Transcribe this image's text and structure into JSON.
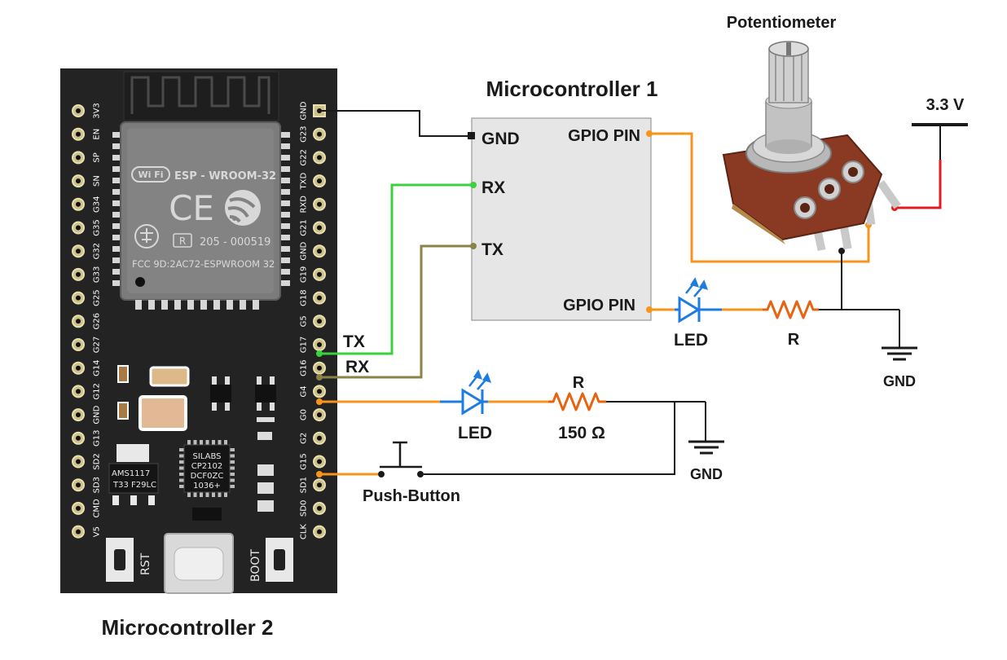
{
  "labels": {
    "mc1_title": "Microcontroller 1",
    "mc2_title": "Microcontroller 2",
    "potentiometer": "Potentiometer",
    "v33": "3.3 V",
    "mc1_gnd": "GND",
    "mc1_rx": "RX",
    "mc1_tx": "TX",
    "mc1_gpio_top": "GPIO PIN",
    "mc1_gpio_bottom": "GPIO PIN",
    "wire_tx": "TX",
    "wire_rx": "RX",
    "led_1": "LED",
    "r_1": "R",
    "gnd_1": "GND",
    "led_2": "LED",
    "r_2": "R",
    "r_2_value": "150 Ω",
    "gnd_2": "GND",
    "push_button": "Push-Button"
  },
  "board": {
    "left_pins": [
      "3V3",
      "EN",
      "SP",
      "SN",
      "G34",
      "G35",
      "G32",
      "G33",
      "G25",
      "G26",
      "G27",
      "G14",
      "G12",
      "GND",
      "G13",
      "SD2",
      "SD3",
      "CMD",
      "V5"
    ],
    "right_pins": [
      "GND",
      "G23",
      "G22",
      "TXD",
      "RXD",
      "G21",
      "GND",
      "G19",
      "G18",
      "G5",
      "G17",
      "G16",
      "G4",
      "G0",
      "G2",
      "G15",
      "SD1",
      "SD0",
      "CLK"
    ],
    "module_name": "ESP - WROOM-32",
    "wifi_badge": "Wi Fi",
    "ce_mark": "CE",
    "cert_r": "R",
    "cert_code": "205 - 000519",
    "fcc_id": "FCC 9D:2AC72-ESPWROOM 32",
    "regulator": [
      "AMS1117",
      "T33 F29LC"
    ],
    "usb_chip": [
      "SILABS",
      "CP2102",
      "DCF0ZC",
      "1036+"
    ],
    "rst_label": "RST",
    "boot_label": "BOOT"
  },
  "colors": {
    "wire_black": "#1a1a1a",
    "wire_orange": "#f7941d",
    "wire_green": "#39d23c",
    "wire_olive": "#8a8347",
    "wire_red": "#e31b1b",
    "component_blue": "#1e7be0",
    "board_black": "#232323",
    "mc1_fill": "#e6e6e6"
  }
}
